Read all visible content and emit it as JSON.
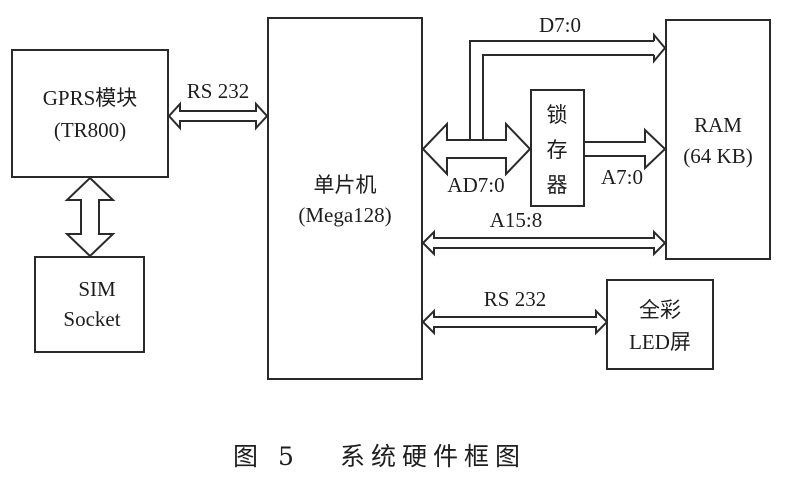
{
  "diagram": {
    "title": "系统硬件框图",
    "caption": {
      "figure_label": "图 5",
      "title": "系统硬件框图"
    },
    "blocks": {
      "gprs": {
        "line1": "GPRS模块",
        "line2": "(TR800)"
      },
      "sim": {
        "line1": "SIM",
        "line2": "Socket"
      },
      "mcu": {
        "line1": "单片机",
        "line2": "(Mega128)"
      },
      "latch": {
        "chars": [
          "锁",
          "存",
          "器"
        ]
      },
      "ram": {
        "line1": "RAM",
        "line2": "(64 KB)"
      },
      "led": {
        "line1": "全彩",
        "line2": "LED屏"
      }
    },
    "connections": [
      {
        "id": "gprs-mcu",
        "label": "RS 232",
        "from": "GPRS模块",
        "to": "单片机",
        "direction": "bidirectional"
      },
      {
        "id": "gprs-sim",
        "label": "",
        "from": "GPRS模块",
        "to": "SIM Socket",
        "direction": "bidirectional"
      },
      {
        "id": "mcu-latch",
        "label": "AD7:0",
        "from": "单片机",
        "to": "锁存器",
        "direction": "bidirectional"
      },
      {
        "id": "bus-ram-data",
        "label": "D7:0",
        "from": "AD7:0",
        "to": "RAM",
        "direction": "forward"
      },
      {
        "id": "latch-ram",
        "label": "A7:0",
        "from": "锁存器",
        "to": "RAM",
        "direction": "forward"
      },
      {
        "id": "mcu-ram-high",
        "label": "A15:8",
        "from": "单片机",
        "to": "RAM",
        "direction": "bidirectional"
      },
      {
        "id": "mcu-led",
        "label": "RS 232",
        "from": "单片机",
        "to": "全彩LED屏",
        "direction": "bidirectional"
      }
    ]
  }
}
